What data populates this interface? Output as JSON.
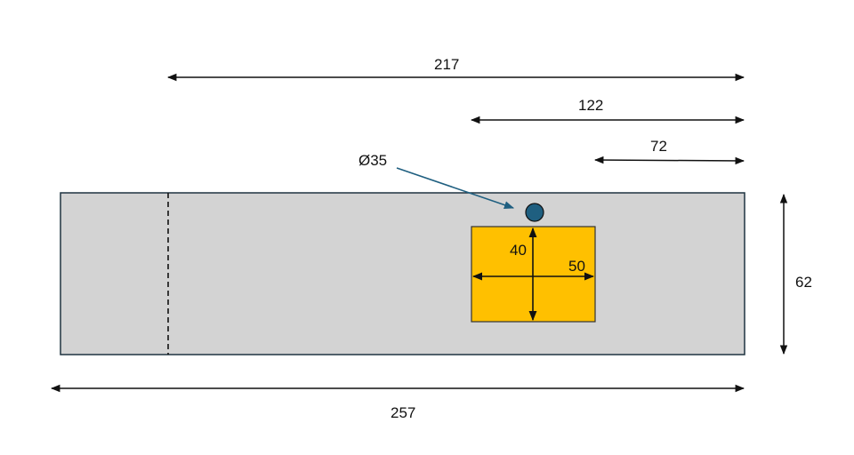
{
  "colors": {
    "panel_fill": "#d3d3d3",
    "panel_stroke": "#1f3340",
    "cutout_fill": "#ffc000",
    "hole_fill": "#1f5f80",
    "leader_line": "#1f5f80",
    "dimension_line": "#111111"
  },
  "dimensions": {
    "top_217": "217",
    "top_122": "122",
    "top_72": "72",
    "hole_diameter": "Ø35",
    "cutout_height": "40",
    "cutout_width": "50",
    "panel_height": "62",
    "panel_length": "257"
  }
}
